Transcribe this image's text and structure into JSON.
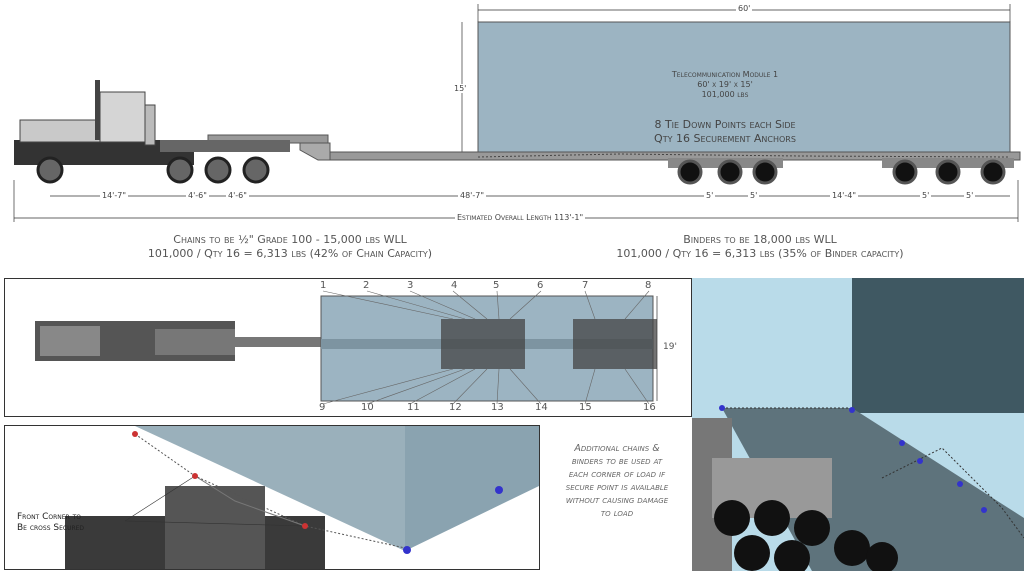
{
  "side_view": {
    "load_width_dim": "60'",
    "load_height_dim": "15'",
    "load_label": [
      "Telecommunication Module 1",
      "60' x 19' x 15'",
      "101,000 lbs"
    ],
    "tie_down_note": [
      "8 Tie Down Points each Side",
      "Qty 16 Securement Anchors"
    ],
    "axle_dims": [
      "14'-7\"",
      "4'-6\"",
      "4'-6\"",
      "48'-7\"",
      "5'",
      "5'",
      "14'-4\"",
      "5'",
      "5'"
    ],
    "overall_length": "Estimated Overall Length 113'-1\"",
    "chain_note": [
      "Chains to be ½\" Grade 100 - 15,000 lbs WLL",
      "101,000 / Qty 16 = 6,313 lbs (42% of Chain Capacity)"
    ],
    "binder_note": [
      "Binders to be 18,000 lbs WLL",
      "101,000 / Qty 16 = 6,313 lbs (35% of Binder capacity)"
    ]
  },
  "top_view": {
    "top_points": [
      "1",
      "2",
      "3",
      "4",
      "5",
      "6",
      "7",
      "8"
    ],
    "bottom_points": [
      "9",
      "10",
      "11",
      "12",
      "13",
      "14",
      "15",
      "16"
    ],
    "width_dim": "19'"
  },
  "corner_detail": {
    "callout": [
      "Front Corner to",
      "Be cross Secured"
    ]
  },
  "additional_note": [
    "Additional chains &",
    "binders to be used at",
    "each corner of load if",
    "secure point is available",
    "without causing damage",
    "to load"
  ],
  "colors": {
    "load": "#9cb4c2",
    "photo_load": "#3f5862",
    "sky": "#b9dbe9"
  }
}
